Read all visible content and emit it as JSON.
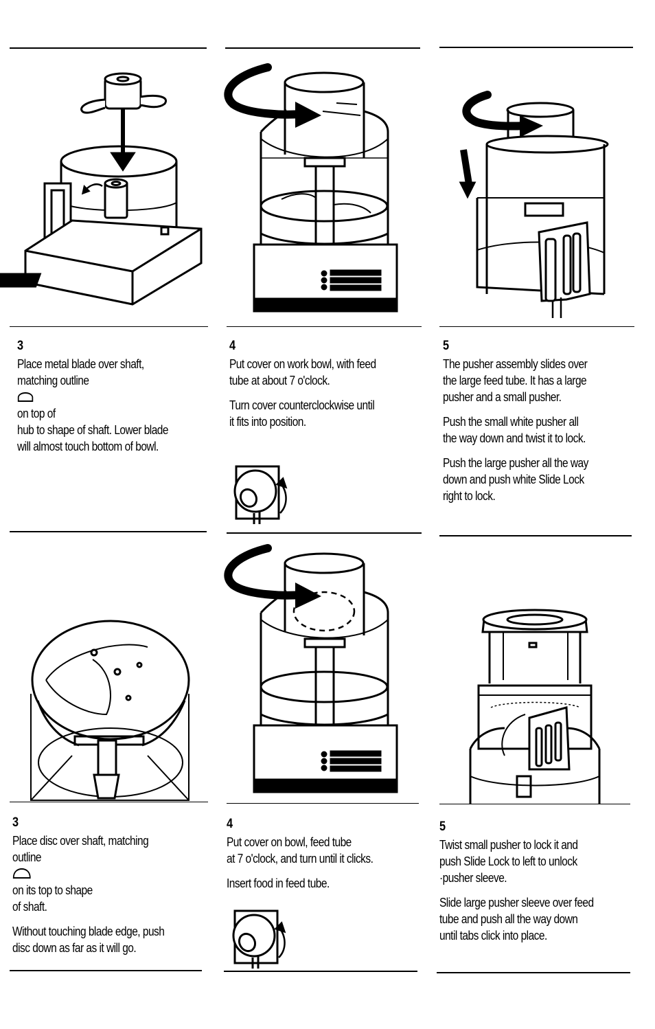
{
  "top_row": [
    {
      "number": "3",
      "paragraphs": [
        "Place metal blade over shaft,\nmatching outline",
        "on top of\nhub to shape of shaft. Lower blade\nwill almost touch bottom of bowl."
      ]
    },
    {
      "number": "4",
      "paragraphs": [
        "Put cover on work bowl, with feed\ntube at about 7 o'clock.",
        "Turn cover counterclockwise until\nit fits into position."
      ]
    },
    {
      "number": "5",
      "paragraphs": [
        "The pusher assembly slides over\nthe large feed tube. It has a large\npusher and a small pusher.",
        "Push the small white pusher all\nthe way down and twist it to lock.",
        "Push the large pusher all the way\ndown and push white Slide Lock\nright to lock."
      ]
    }
  ],
  "bottom_row": [
    {
      "number": "3",
      "paragraphs": [
        "Place disc over shaft, matching\noutline",
        "on its top to shape\nof shaft.",
        "Without touching blade edge, push\ndisc down as far as it will go."
      ]
    },
    {
      "number": "4",
      "paragraphs": [
        "Put cover on bowl, feed tube\nat 7 o'clock, and turn until it clicks.",
        "Insert food in feed tube."
      ]
    },
    {
      "number": "5",
      "paragraphs": [
        "Twist small pusher to lock it and\npush Slide Lock to left to unlock\n·pusher sleeve.",
        "Slide large pusher sleeve over feed\ntube and push all the way down\nuntil tabs click into place."
      ]
    }
  ],
  "icons": {
    "shaft_outline": "shaft-outline-icon",
    "position_dial": "cover-position-dial-icon",
    "arrow": "rotation-arrow-icon"
  }
}
